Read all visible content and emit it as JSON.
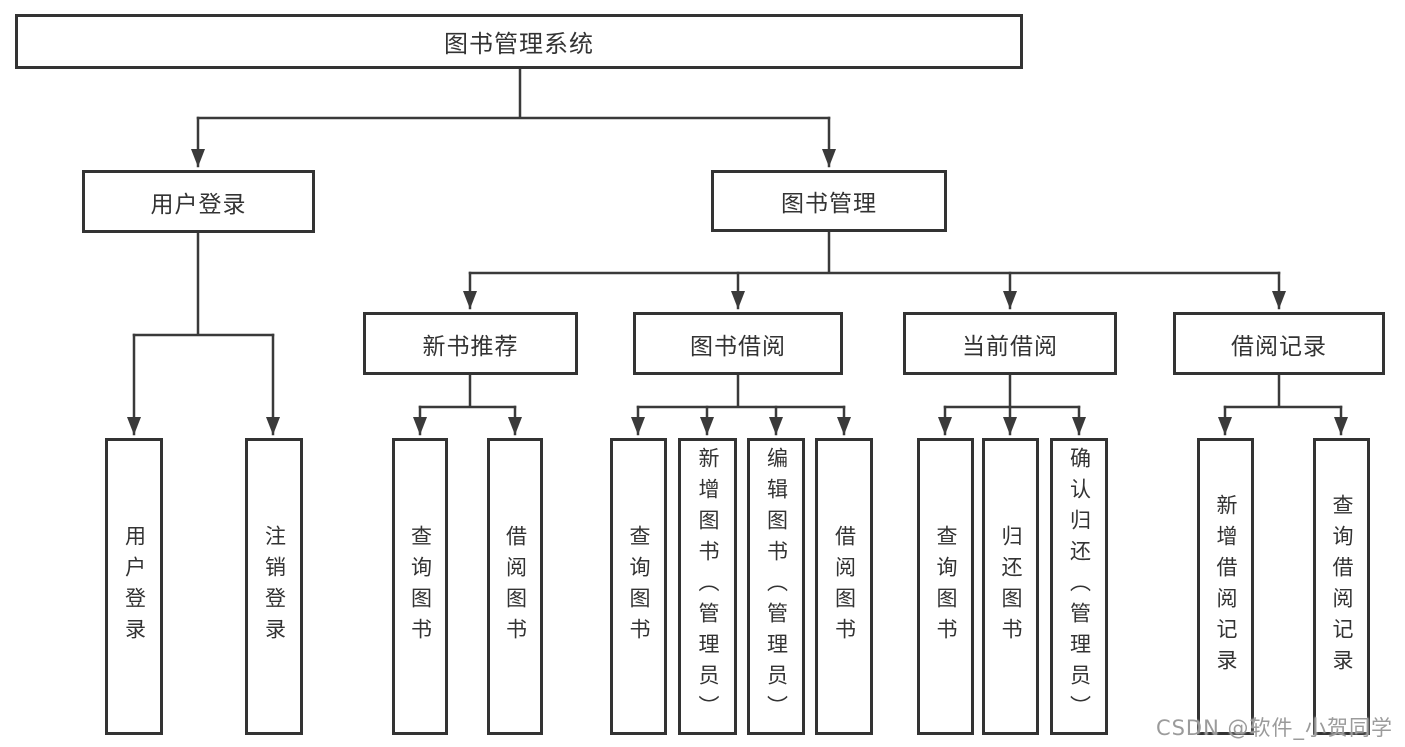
{
  "diagram": {
    "tree": {
      "label": "图书管理系统",
      "children": [
        {
          "label": "用户登录",
          "children": [
            {
              "label": "用户登录"
            },
            {
              "label": "注销登录"
            }
          ]
        },
        {
          "label": "图书管理",
          "children": [
            {
              "label": "新书推荐",
              "children": [
                {
                  "label": "查询图书"
                },
                {
                  "label": "借阅图书"
                }
              ]
            },
            {
              "label": "图书借阅",
              "children": [
                {
                  "label": "查询图书"
                },
                {
                  "label": "新增图书（管理员）"
                },
                {
                  "label": "编辑图书（管理员）"
                },
                {
                  "label": "借阅图书"
                }
              ]
            },
            {
              "label": "当前借阅",
              "children": [
                {
                  "label": "查询图书"
                },
                {
                  "label": "归还图书"
                },
                {
                  "label": "确认归还（管理员）"
                }
              ]
            },
            {
              "label": "借阅记录",
              "children": [
                {
                  "label": "新增借阅记录"
                },
                {
                  "label": "查询借阅记录"
                }
              ]
            }
          ]
        }
      ]
    },
    "colors": {
      "line": "#3a3a3a",
      "box_border": "#333333",
      "text": "#333333",
      "background": "#ffffff",
      "watermark": "#9b9b9b"
    }
  },
  "watermark": "CSDN @软件_小贺同学"
}
